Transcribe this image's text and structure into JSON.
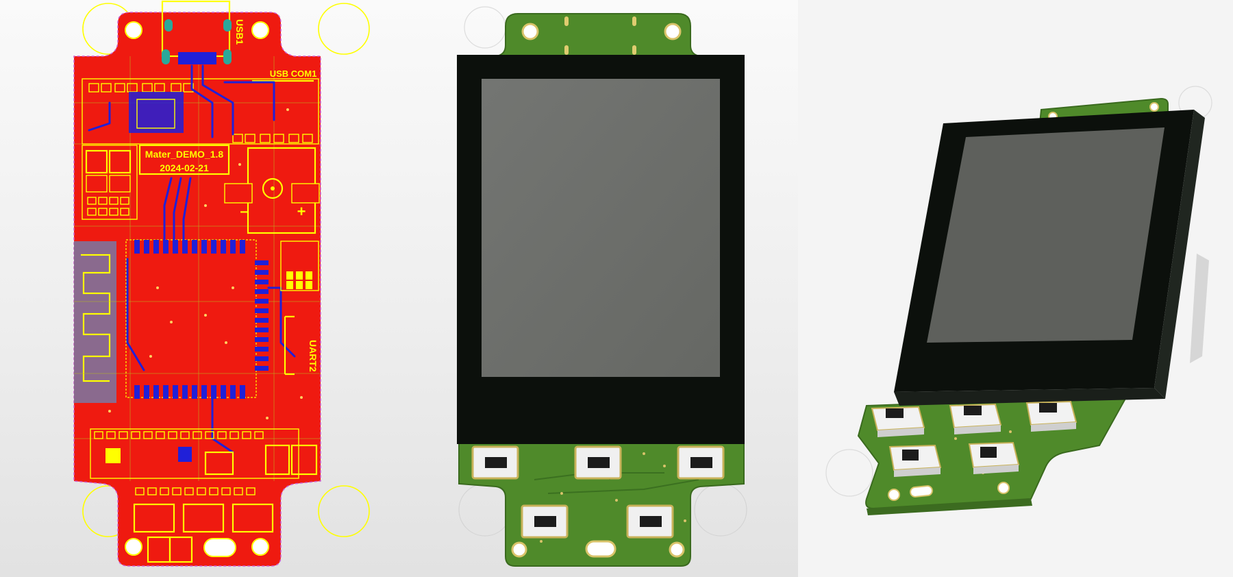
{
  "layout_view": {
    "usb_label": "USB1",
    "usb_com_label": "USB COM1",
    "version_label": "Mater_DEMO_1.8",
    "date_label": "2024-02-21",
    "uart_label": "UART2",
    "minus_symbol": "−",
    "plus_symbol": "+"
  },
  "front_render": {
    "button_count": 5,
    "pcb_color": "#4f8a2a",
    "screen_color": "#6b6d69"
  },
  "iso_render": {
    "button_count": 5
  },
  "colors": {
    "copper_red": "#ef1a10",
    "silkscreen_yellow": "#ffff00",
    "trace_blue": "#2020d8",
    "display_black": "#0c100c"
  }
}
